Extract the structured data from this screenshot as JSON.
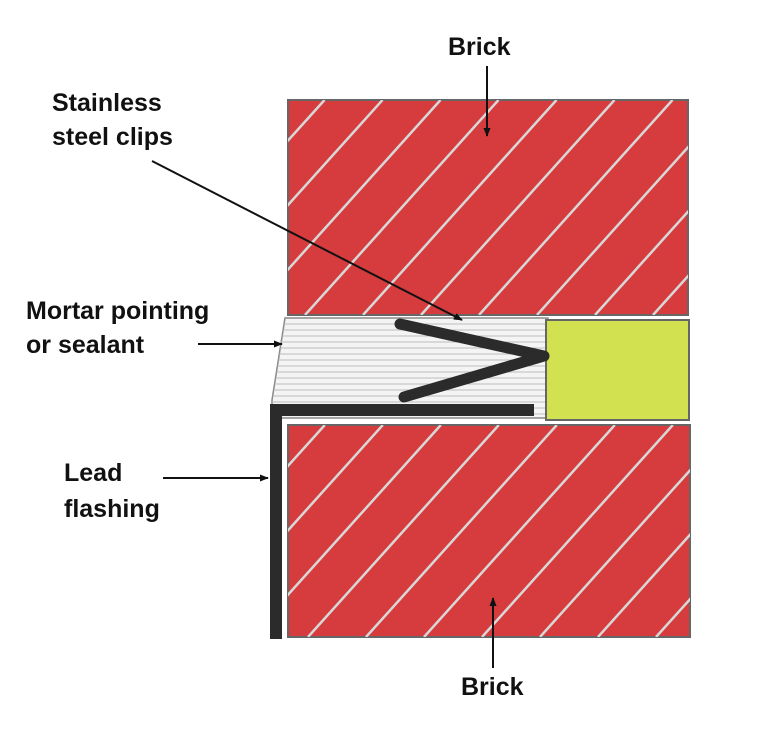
{
  "labels": {
    "brick_top": "Brick",
    "clips_line1": "Stainless",
    "clips_line2": "steel clips",
    "mortar_line1": "Mortar pointing",
    "mortar_line2": "or sealant",
    "lead_line1": "Lead",
    "lead_line2": "flashing",
    "brick_bottom": "Brick"
  },
  "colors": {
    "brick": "#d63b3d",
    "brick_outline": "#666666",
    "hatch": "#d8d8d8",
    "mortar_bg": "#f4f4f4",
    "mortar_lines": "#bbbbbb",
    "sealant_block": "#d2e14f",
    "metal": "#2b2b2b",
    "text": "#111111"
  }
}
